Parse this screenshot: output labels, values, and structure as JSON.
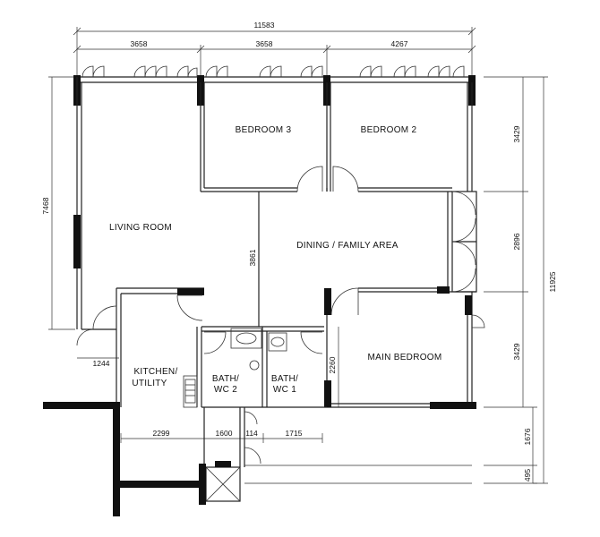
{
  "rooms": {
    "bedroom3": "BEDROOM 3",
    "bedroom2": "BEDROOM 2",
    "living": "LIVING ROOM",
    "dining": "DINING / FAMILY AREA",
    "main_bedroom": "MAIN BEDROOM",
    "kitchen_1": "KITCHEN/",
    "kitchen_2": "UTILITY",
    "bath2_1": "BATH/",
    "bath2_2": "WC 2",
    "bath1_1": "BATH/",
    "bath1_2": "WC 1"
  },
  "dimensions": {
    "total_width": "11583",
    "top_left": "3658",
    "top_mid": "3658",
    "top_right": "4267",
    "left_height": "7468",
    "right_top": "3429",
    "right_mid": "2896",
    "right_bot": "3429",
    "right_total": "11925",
    "right_low": "1676",
    "right_bottom": "495",
    "living_depth": "3861",
    "bath_height": "2260",
    "bay": "1244",
    "bottom_1": "2299",
    "bottom_2": "1600",
    "bottom_3": "114",
    "bottom_4": "1715"
  }
}
